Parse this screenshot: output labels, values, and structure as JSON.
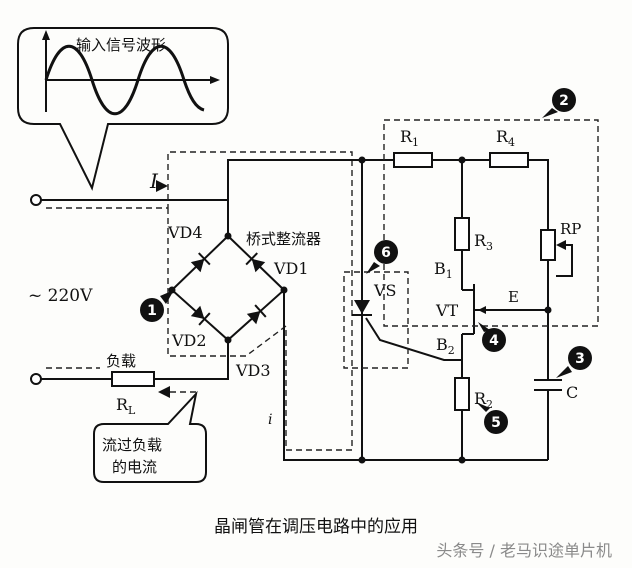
{
  "caption": "晶闸管在调压电路中的应用",
  "watermark": "头条号 / 老马识途单片机",
  "labels": {
    "input_waveform": "输入信号波形",
    "voltage": "~ 220V",
    "current": "I",
    "load": "负载",
    "r_load_main": "R",
    "r_load_sub": "L",
    "load_current_line1": "流过负载",
    "load_current_line2": "的电流",
    "bridge": "桥式整流器",
    "vd1": "VD1",
    "vd2": "VD2",
    "vd3": "VD3",
    "vd4": "VD4",
    "vs": "VS",
    "r1_main": "R",
    "r1_sub": "1",
    "r2_main": "R",
    "r2_sub": "2",
    "r3_main": "R",
    "r3_sub": "3",
    "r4_main": "R",
    "r4_sub": "4",
    "rp": "RP",
    "b1_main": "B",
    "b1_sub": "1",
    "b2_main": "B",
    "b2_sub": "2",
    "vt": "VT",
    "e": "E",
    "c": "C",
    "i_small": "i"
  },
  "callouts": [
    "1",
    "2",
    "3",
    "4",
    "5",
    "6"
  ],
  "colors": {
    "ink": "#111111",
    "paper": "#fdfdfb"
  }
}
